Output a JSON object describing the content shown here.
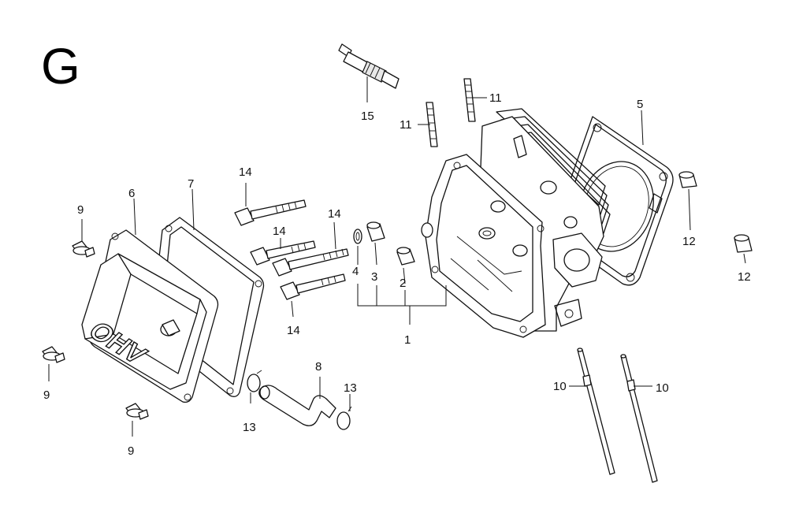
{
  "section_letter": "G",
  "cover_lettering": "OHV",
  "callouts": {
    "c1": "1",
    "c2": "2",
    "c3": "3",
    "c4": "4",
    "c5": "5",
    "c6": "6",
    "c7": "7",
    "c8": "8",
    "c9a": "9",
    "c9b": "9",
    "c9c": "9",
    "c10a": "10",
    "c10b": "10",
    "c11a": "11",
    "c11b": "11",
    "c12a": "12",
    "c12b": "12",
    "c13a": "13",
    "c13b": "13",
    "c14a": "14",
    "c14b": "14",
    "c14c": "14",
    "c14d": "14",
    "c15": "15"
  }
}
